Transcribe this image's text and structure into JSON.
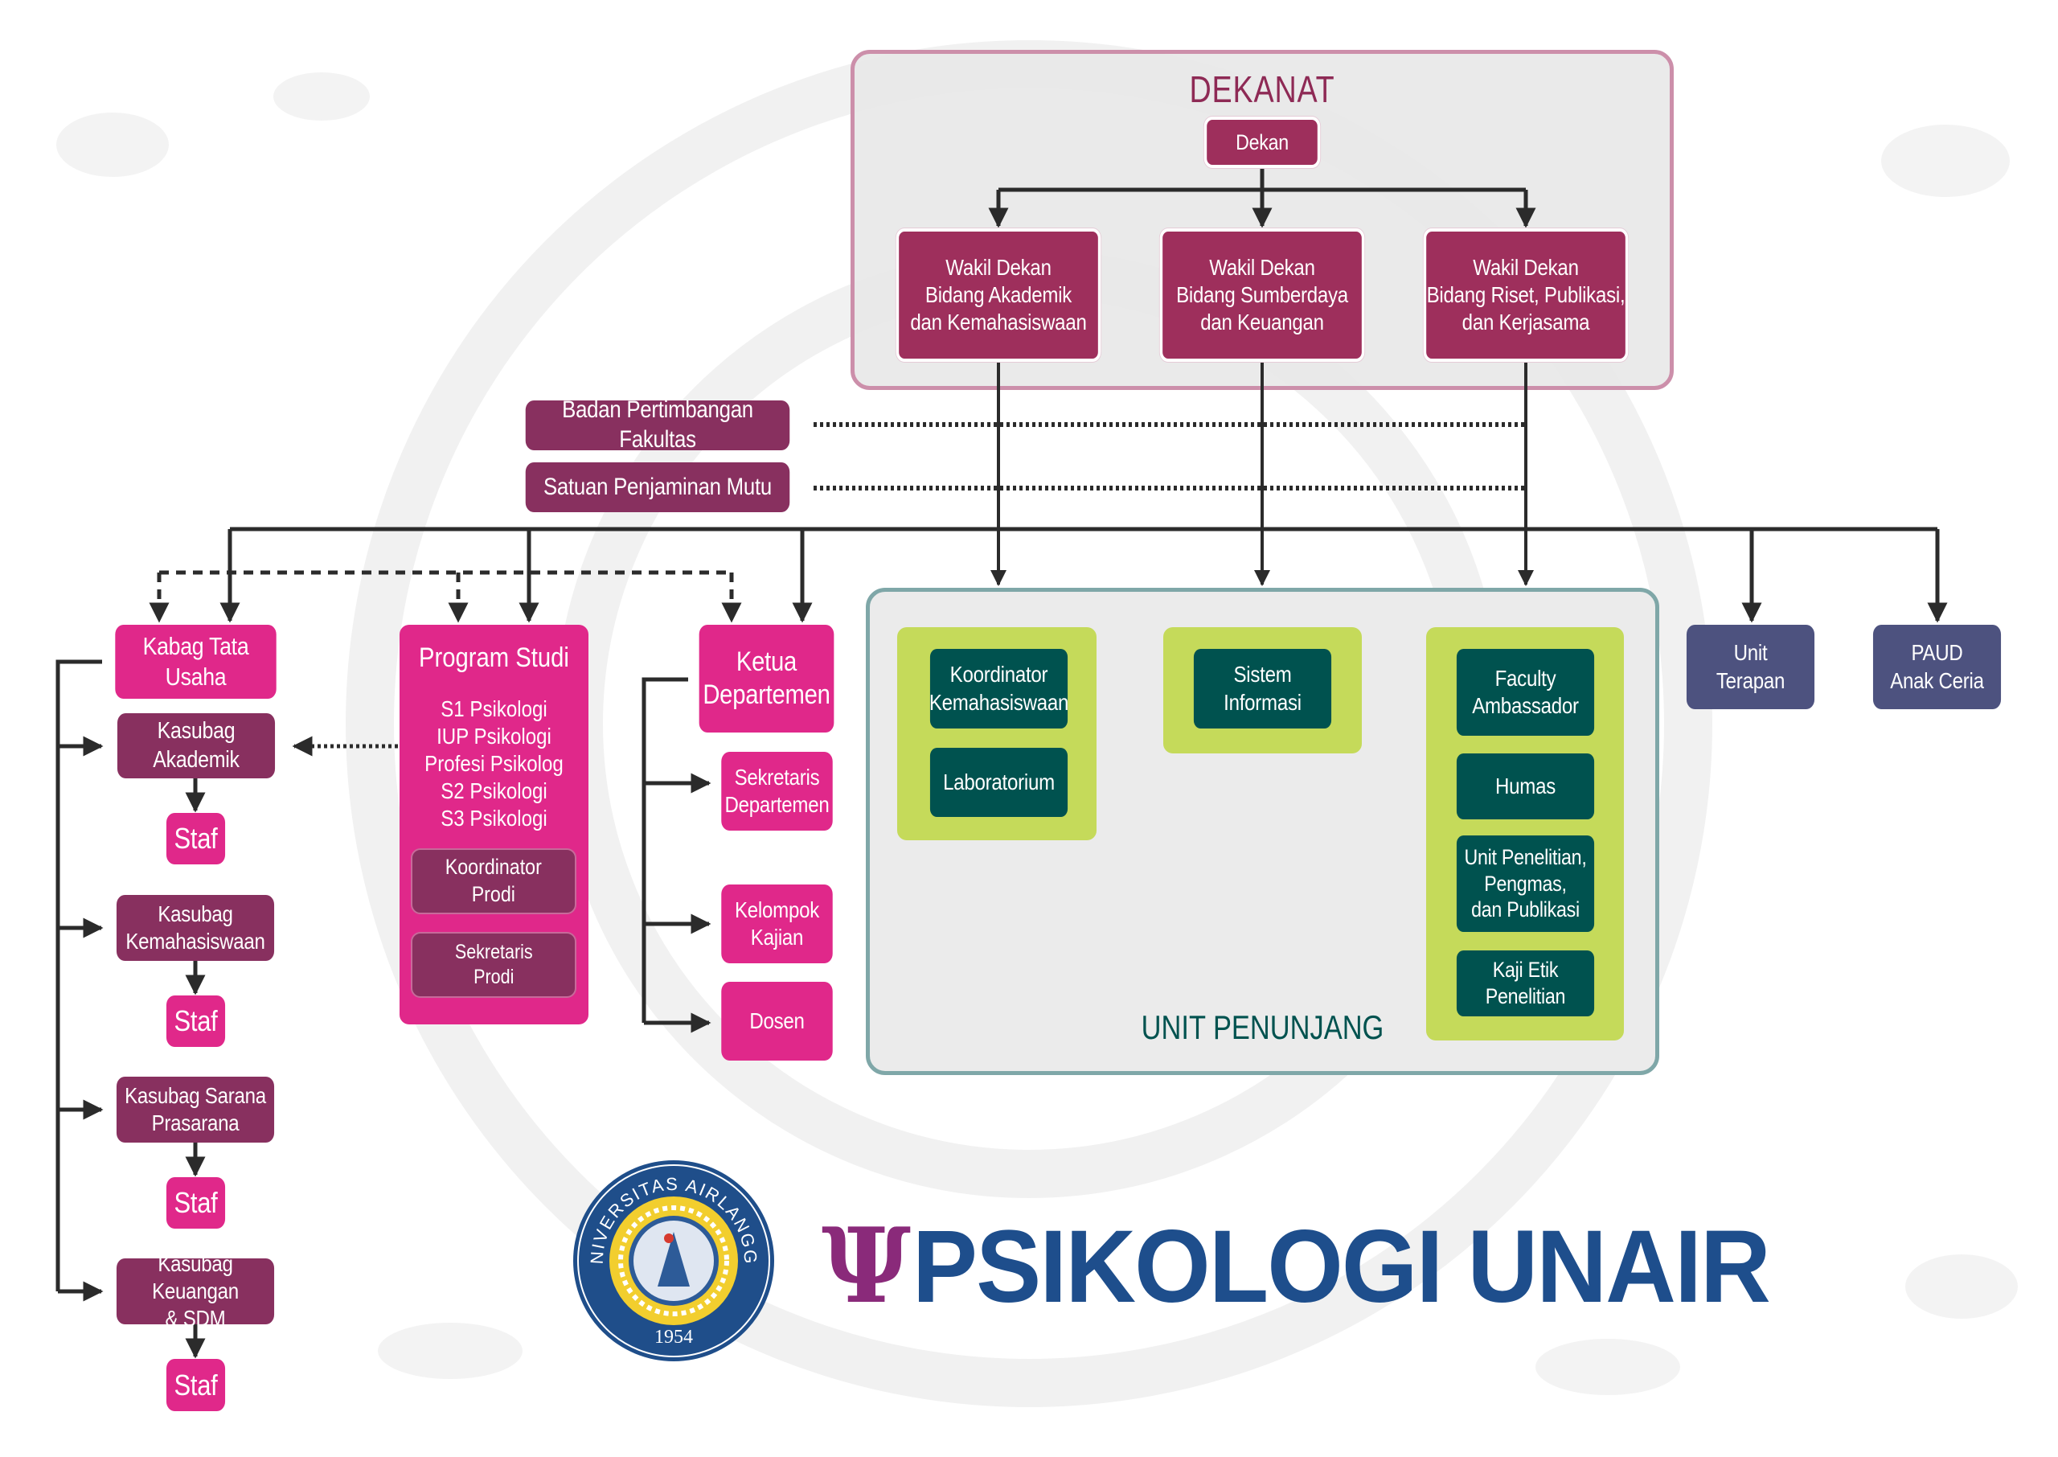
{
  "dekanat": {
    "title": "DEKANAT",
    "dekan": "Dekan",
    "wakil": [
      "Wakil Dekan\nBidang Akademik\ndan Kemahasiswaan",
      "Wakil Dekan\nBidang Sumberdaya\ndan Keuangan",
      "Wakil Dekan\nBidang Riset, Publikasi,\ndan Kerjasama"
    ]
  },
  "advisory": {
    "bpf": "Badan Pertimbangan Fakultas",
    "spm": "Satuan Penjaminan Mutu"
  },
  "tata_usaha": {
    "kabag": "Kabag Tata Usaha",
    "kasubag": [
      "Kasubag Akademik",
      "Kasubag\nKemahasiswaan",
      "Kasubag Sarana\nPrasarana",
      "Kasubag Keuangan\n& SDM"
    ],
    "staf": "Staf"
  },
  "program_studi": {
    "title": "Program Studi",
    "programs": [
      "S1 Psikologi",
      "IUP Psikologi",
      "Profesi Psikolog",
      "S2 Psikologi",
      "S3 Psikologi"
    ],
    "koordinator": "Koordinator\nProdi",
    "sekretaris": "Sekretaris\nProdi"
  },
  "departemen": {
    "ketua": "Ketua\nDepartemen",
    "children": [
      "Sekretaris\nDepartemen",
      "Kelompok\nKajian",
      "Dosen"
    ]
  },
  "unit_penunjang": {
    "title": "UNIT PENUNJANG",
    "group_akademik": [
      "Koordinator\nKemahasiswaan",
      "Laboratorium"
    ],
    "group_sumberdaya": [
      "Sistem\nInformasi"
    ],
    "group_riset": [
      "Faculty\nAmbassador",
      "Humas",
      "Unit Penelitian,\nPengmas,\ndan Publikasi",
      "Kaji Etik\nPenelitian"
    ]
  },
  "other_units": [
    "Unit\nTerapan",
    "PAUD\nAnak Ceria"
  ],
  "logos": {
    "university_seal": {
      "ring_text": "UNIVERSITAS AIRLANGGA",
      "year": "1954"
    },
    "brand": "PSIKOLOGI UNAIR",
    "brand_symbol": "Ψ"
  },
  "colors": {
    "wine": "#9E2F5C",
    "plum": "#88305F",
    "pink": "#E0288A",
    "teal": "#00524F",
    "lime": "#C5DA5A",
    "navy": "#4D527F",
    "brand_blue": "#1E4E8C",
    "connector": "#2B2B2B"
  }
}
